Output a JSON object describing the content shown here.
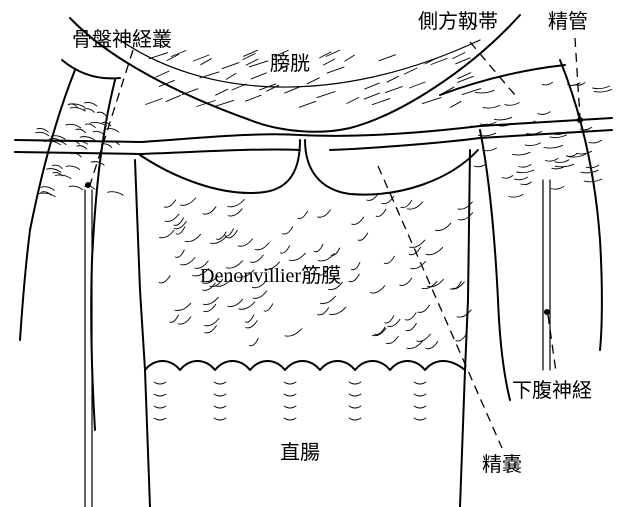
{
  "labels": {
    "pelvic_plexus": "骨盤神経叢",
    "lateral_ligament": "側方靱帯",
    "vas_deferens": "精管",
    "bladder": "膀胱",
    "denonvilliers_fascia": "Denonvillier筋膜",
    "hypogastric_nerve": "下腹神経",
    "rectum": "直腸",
    "seminal_vesicle": "精嚢"
  }
}
